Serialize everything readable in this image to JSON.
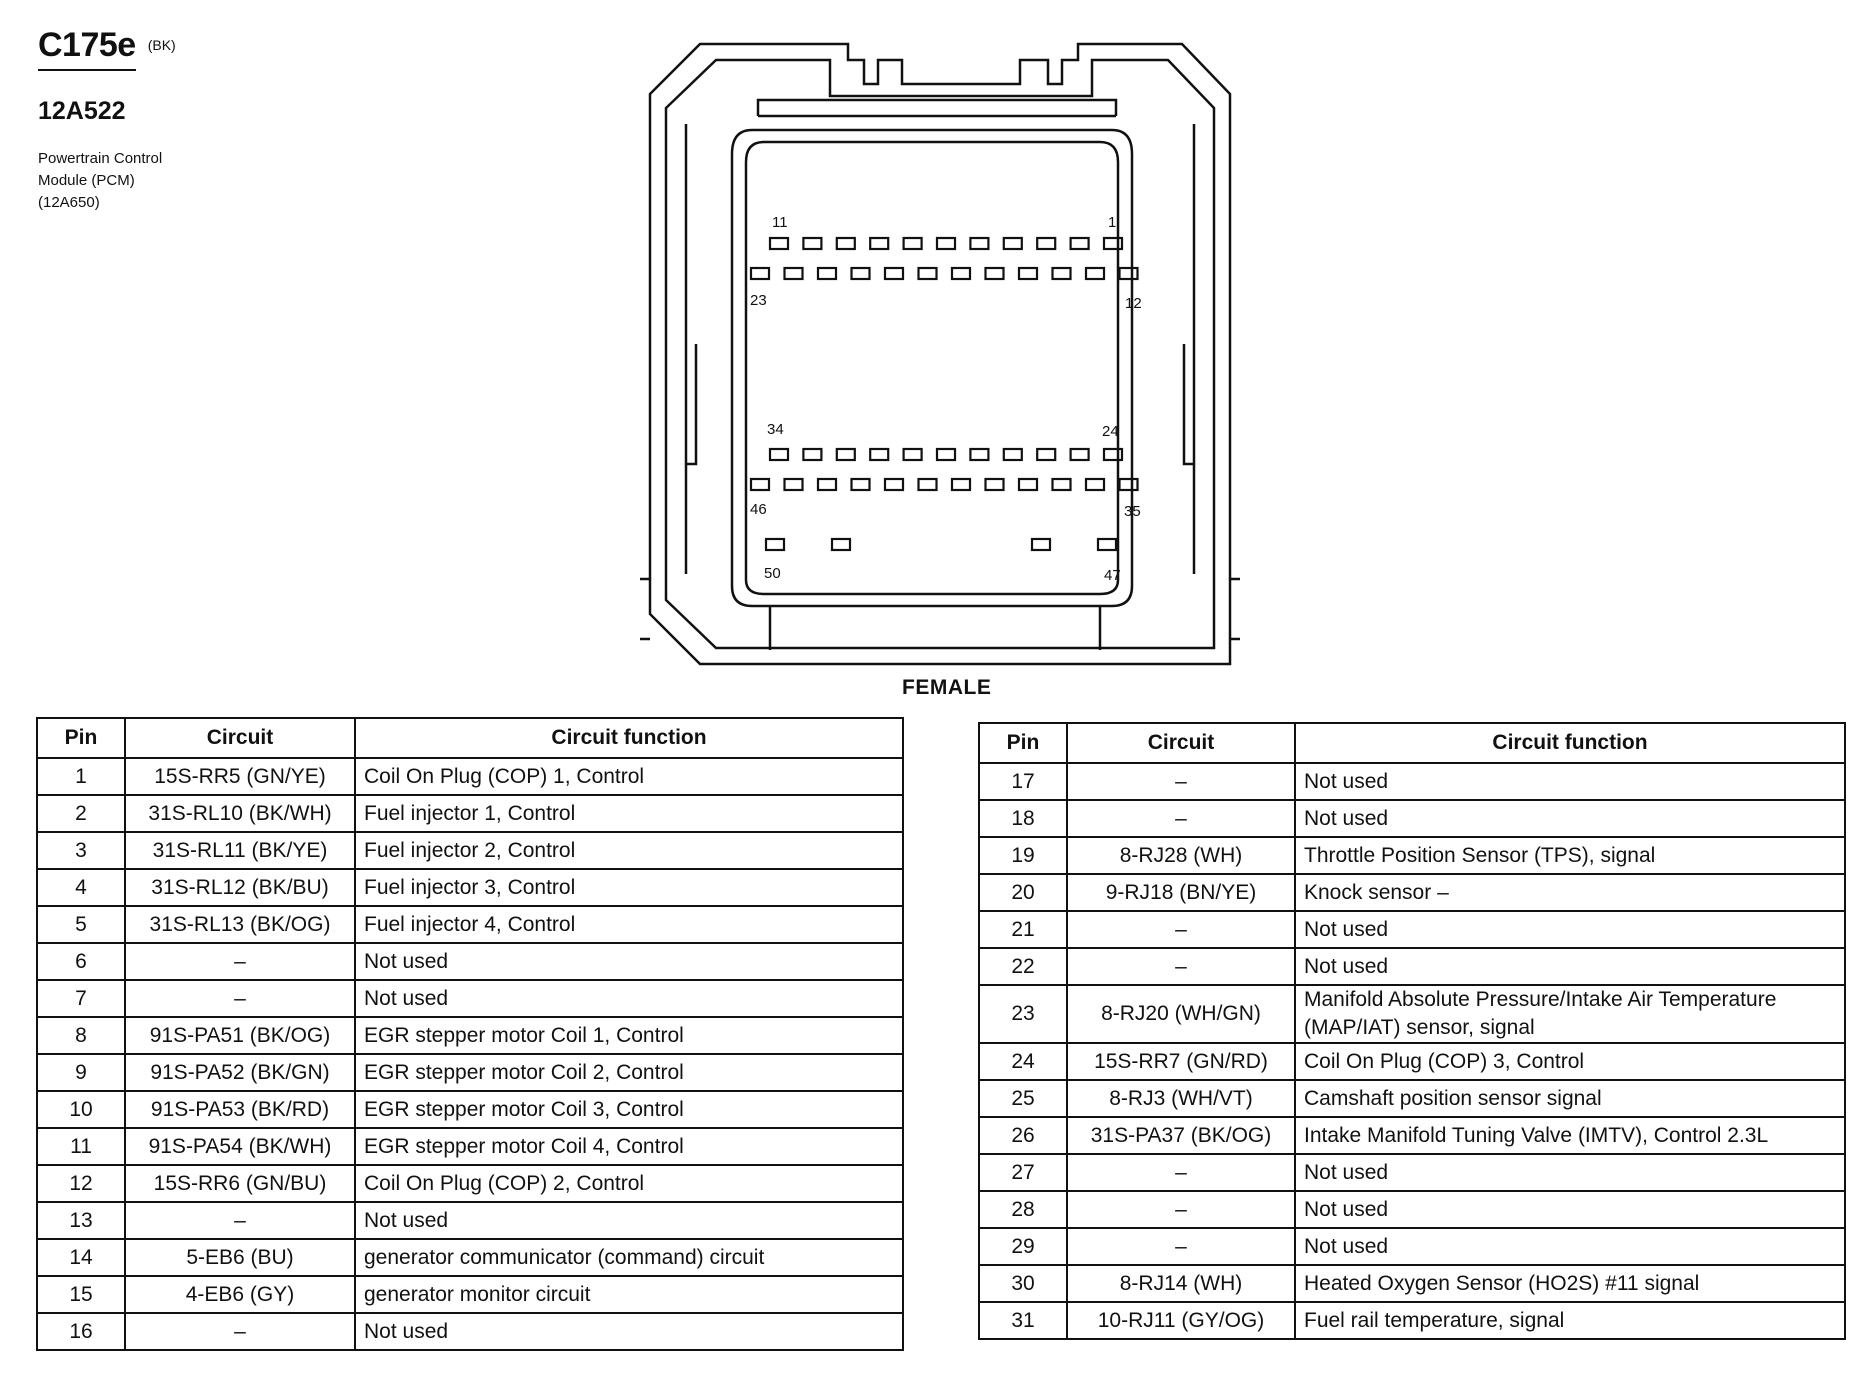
{
  "connector": {
    "id": "C175e",
    "color": "(BK)",
    "part_number": "12A522",
    "description_lines": [
      "Powertrain Control",
      "Module (PCM)",
      "(12A650)"
    ],
    "view": "FEMALE",
    "cavity_labels": {
      "row1_left": "11",
      "row1_right": "1",
      "row2_left": "23",
      "row2_right": "12",
      "row3_left": "34",
      "row3_right": "24",
      "row4_left": "46",
      "row4_right": "35",
      "row5_left": "50",
      "row5_right": "47"
    }
  },
  "tables": {
    "headers": {
      "pin": "Pin",
      "circuit": "Circuit",
      "function": "Circuit function"
    },
    "left": [
      {
        "pin": "1",
        "circuit": "15S-RR5 (GN/YE)",
        "function": "Coil On Plug (COP) 1, Control"
      },
      {
        "pin": "2",
        "circuit": "31S-RL10 (BK/WH)",
        "function": "Fuel injector 1, Control"
      },
      {
        "pin": "3",
        "circuit": "31S-RL11 (BK/YE)",
        "function": "Fuel injector 2, Control"
      },
      {
        "pin": "4",
        "circuit": "31S-RL12 (BK/BU)",
        "function": "Fuel injector 3, Control"
      },
      {
        "pin": "5",
        "circuit": "31S-RL13 (BK/OG)",
        "function": "Fuel injector 4, Control"
      },
      {
        "pin": "6",
        "circuit": "–",
        "function": "Not used"
      },
      {
        "pin": "7",
        "circuit": "–",
        "function": "Not used"
      },
      {
        "pin": "8",
        "circuit": "91S-PA51 (BK/OG)",
        "function": "EGR stepper motor Coil 1, Control"
      },
      {
        "pin": "9",
        "circuit": "91S-PA52 (BK/GN)",
        "function": "EGR stepper motor Coil 2, Control"
      },
      {
        "pin": "10",
        "circuit": "91S-PA53 (BK/RD)",
        "function": "EGR stepper motor Coil 3, Control"
      },
      {
        "pin": "11",
        "circuit": "91S-PA54 (BK/WH)",
        "function": "EGR stepper motor Coil 4, Control"
      },
      {
        "pin": "12",
        "circuit": "15S-RR6 (GN/BU)",
        "function": "Coil On Plug (COP) 2, Control"
      },
      {
        "pin": "13",
        "circuit": "–",
        "function": "Not used"
      },
      {
        "pin": "14",
        "circuit": "5-EB6 (BU)",
        "function": "generator communicator (command) circuit"
      },
      {
        "pin": "15",
        "circuit": "4-EB6 (GY)",
        "function": "generator monitor circuit"
      },
      {
        "pin": "16",
        "circuit": "–",
        "function": "Not used"
      }
    ],
    "right": [
      {
        "pin": "17",
        "circuit": "–",
        "function": "Not used"
      },
      {
        "pin": "18",
        "circuit": "–",
        "function": "Not used"
      },
      {
        "pin": "19",
        "circuit": "8-RJ28 (WH)",
        "function": "Throttle Position Sensor (TPS), signal"
      },
      {
        "pin": "20",
        "circuit": "9-RJ18 (BN/YE)",
        "function": "Knock sensor –"
      },
      {
        "pin": "21",
        "circuit": "–",
        "function": "Not used"
      },
      {
        "pin": "22",
        "circuit": "–",
        "function": "Not used"
      },
      {
        "pin": "23",
        "circuit": "8-RJ20 (WH/GN)",
        "function": "Manifold Absolute Pressure/Intake Air Temperature (MAP/IAT) sensor, signal"
      },
      {
        "pin": "24",
        "circuit": "15S-RR7 (GN/RD)",
        "function": "Coil On Plug (COP) 3, Control"
      },
      {
        "pin": "25",
        "circuit": "8-RJ3 (WH/VT)",
        "function": "Camshaft position sensor signal"
      },
      {
        "pin": "26",
        "circuit": "31S-PA37 (BK/OG)",
        "function": "Intake Manifold Tuning Valve (IMTV), Control 2.3L"
      },
      {
        "pin": "27",
        "circuit": "–",
        "function": "Not used"
      },
      {
        "pin": "28",
        "circuit": "–",
        "function": "Not used"
      },
      {
        "pin": "29",
        "circuit": "–",
        "function": "Not used"
      },
      {
        "pin": "30",
        "circuit": "8-RJ14 (WH)",
        "function": "Heated Oxygen Sensor (HO2S) #11 signal"
      },
      {
        "pin": "31",
        "circuit": "10-RJ11 (GY/OG)",
        "function": "Fuel rail temperature, signal"
      }
    ]
  }
}
